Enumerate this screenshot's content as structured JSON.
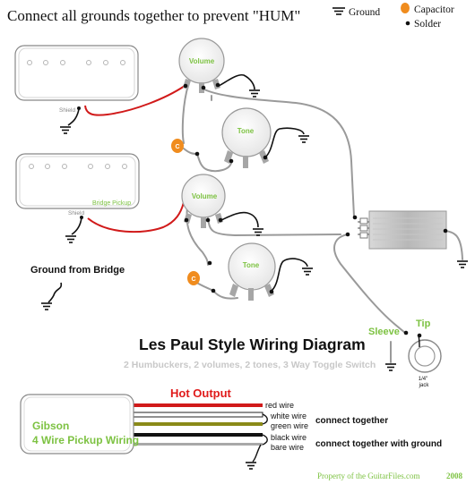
{
  "header": {
    "title": "Connect all grounds together to prevent \"HUM\""
  },
  "legend": {
    "ground": "Ground",
    "capacitor": "Capacitor",
    "solder": "Solder"
  },
  "components": {
    "volume_top": "Volume",
    "tone_top": "Tone",
    "volume_bottom": "Volume",
    "tone_bottom": "Tone",
    "capacitor_mark": "C",
    "shield_top": "Shield",
    "shield_bottom": "Shield",
    "bridge_pickup": "Bridge Pickup",
    "ground_from_bridge": "Ground from Bridge",
    "sleeve": "Sleeve",
    "tip": "Tip",
    "jack_size": "1/4\"",
    "jack_word": "jack"
  },
  "main_title": "Les Paul Style Wiring Diagram",
  "subtitle": "2 Humbuckers, 2 volumes, 2 tones, 3 Way Toggle Switch",
  "pickup_key": {
    "hot_output": "Hot Output",
    "brand": "Gibson",
    "caption": "4 Wire Pickup Wiring",
    "red_wire": "red wire",
    "white_wire": "white wire",
    "green_wire": "green wire",
    "black_wire": "black wire",
    "bare_wire": "bare wire",
    "connect_together": "connect together",
    "connect_ground": "connect together with ground"
  },
  "footer": {
    "property": "Property of the GuitarFiles.com",
    "year": "2008"
  },
  "colors": {
    "wire_gray": "#9a9a9a",
    "wire_red": "#d11a1a",
    "green_label": "#7dc242",
    "capacitor": "#f08c1e",
    "hot_output": "#e01b1b",
    "subtitle": "#c8c8c8"
  }
}
